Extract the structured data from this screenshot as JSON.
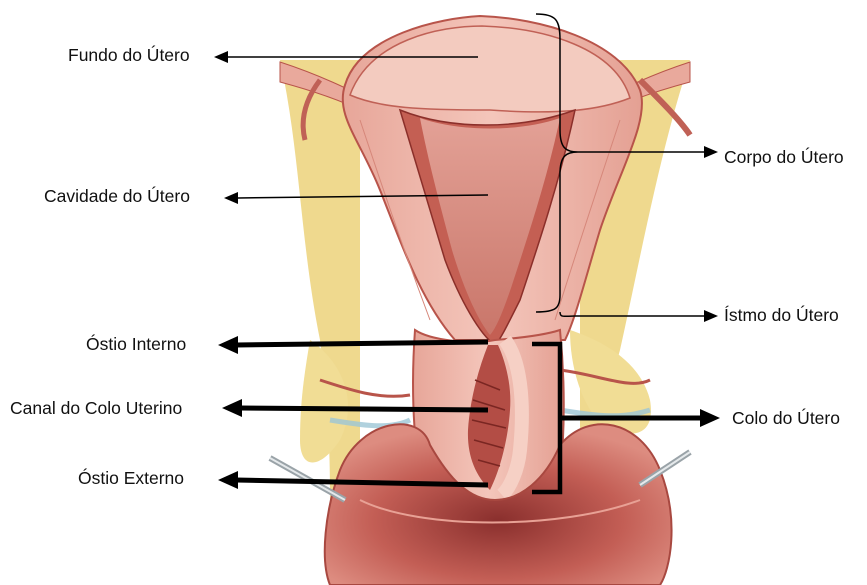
{
  "labels": {
    "fundo": "Fundo do Útero",
    "cavidade": "Cavidade do Útero",
    "ostio_interno": "Óstio Interno",
    "canal": "Canal do Colo Uterino",
    "ostio_externo": "Óstio Externo",
    "corpo": "Corpo do Útero",
    "istmo": "Ístmo do Útero",
    "colo": "Colo do Útero"
  },
  "colors": {
    "tissue_light": "#f0b8ad",
    "tissue_mid": "#e39a8c",
    "tissue_dark": "#b8544a",
    "cavity": "#d98d80",
    "fat": "#ecd27a",
    "vagina": "#c9655d",
    "arrow": "#000000"
  }
}
